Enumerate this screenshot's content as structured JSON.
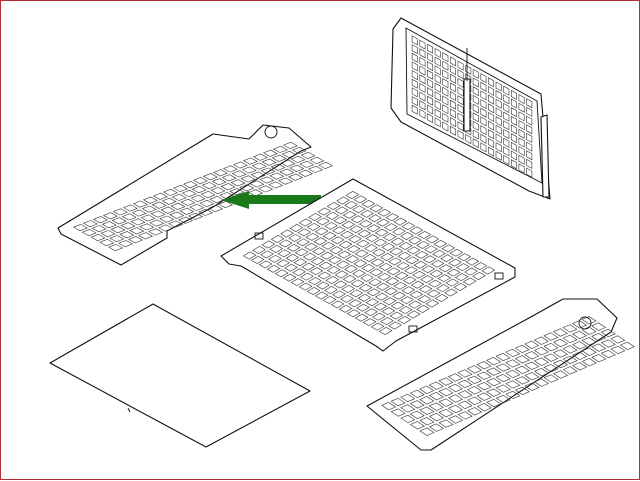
{
  "diagram": {
    "border_color": "#b03030",
    "line_color": "#111111",
    "arrow_color": "#1a7a1a",
    "parts": [
      {
        "name": "rear-partition-panel"
      },
      {
        "name": "left-side-floor-panel"
      },
      {
        "name": "center-floor-panel"
      },
      {
        "name": "flat-floor-mat"
      },
      {
        "name": "right-side-floor-panel"
      }
    ],
    "arrow": {
      "direction": "left",
      "icon": "arrow-left-icon"
    }
  }
}
